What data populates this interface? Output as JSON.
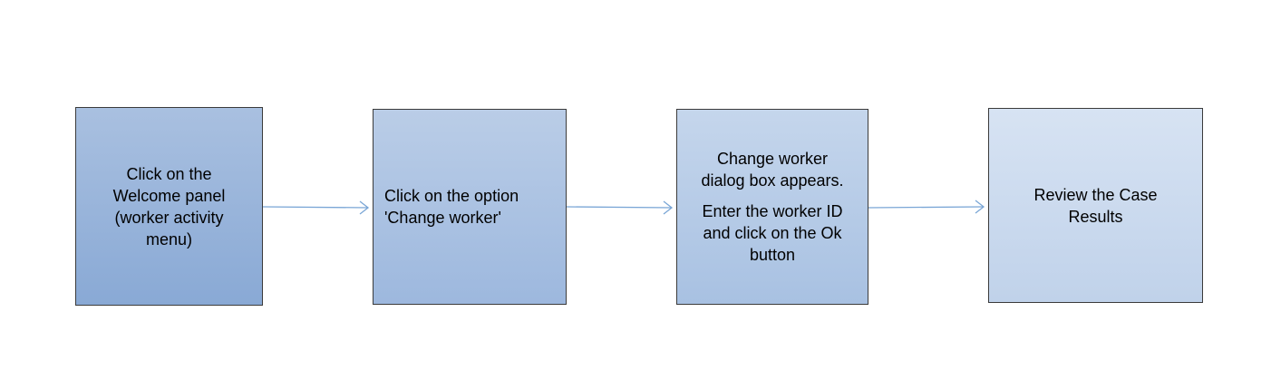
{
  "flow": {
    "steps": [
      {
        "lines": [
          "Click on the\nWelcome panel\n(worker activity\nmenu)"
        ]
      },
      {
        "lines": [
          "Click on the option\n'Change worker'"
        ]
      },
      {
        "lines": [
          "Change worker\ndialog box appears.",
          "Enter the worker ID\nand click on the Ok\nbutton"
        ]
      },
      {
        "lines": [
          "Review the Case\nResults"
        ]
      }
    ],
    "colors": {
      "box_border": "#3b3b3b",
      "arrow": "#7aa6d6"
    }
  }
}
